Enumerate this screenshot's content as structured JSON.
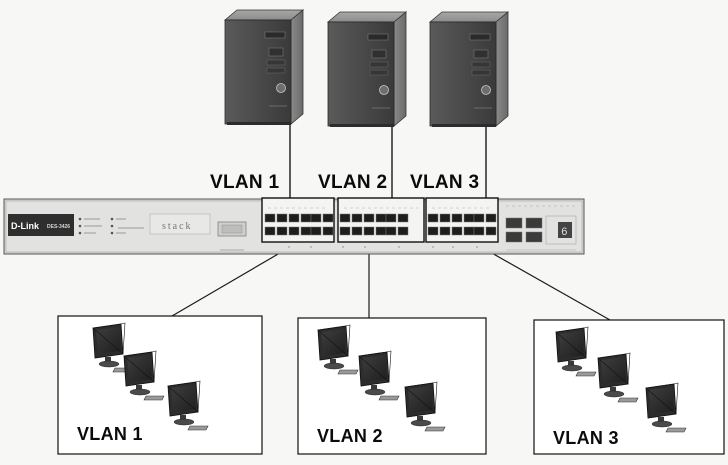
{
  "top_vlan_labels": [
    "VLAN 1",
    "VLAN 2",
    "VLAN 3"
  ],
  "group_vlan_labels": [
    "VLAN 1",
    "VLAN 2",
    "VLAN 3"
  ],
  "switch": {
    "brand": "D-Link",
    "model": "DES-3426"
  },
  "icons": {
    "server": "tower-server-icon",
    "workstation": "desktop-computer-icon",
    "switch": "network-switch-icon"
  }
}
